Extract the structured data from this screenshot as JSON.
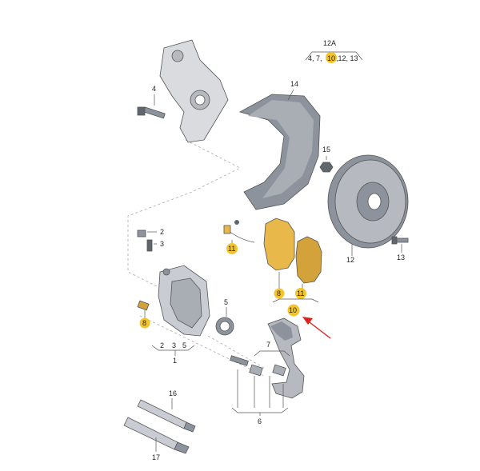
{
  "labels": {
    "knuckle_bolt": "4",
    "hex_bolt": "15",
    "splash_shield": "14",
    "kit_ref": "12A",
    "kit_ref_items_pre": "4, 7,",
    "kit_ref_highlight": "10",
    "kit_ref_items_post": ",12, 13",
    "brake_disc": "12",
    "disc_screw": "13",
    "guide_pin_cap": "2",
    "bleed_screw": "3",
    "wear_sensor": "11",
    "pads_outer": "8",
    "pads_inner": "11",
    "pad_set": "10",
    "caliper_bolt": "8",
    "piston_seal": "5",
    "caliper_group": "1",
    "caliper_group_items": [
      "2",
      "3",
      "5"
    ],
    "guide_sleeve": "7",
    "guide_group": "6",
    "grease_tube_small": "16",
    "grease_tube_large": "17"
  },
  "colors": {
    "highlight": "#f4c52a",
    "part_fill": "#c9ccd2",
    "part_dark": "#8c939c",
    "pad_fill": "#e8b84a",
    "arrow": "#e0201c"
  }
}
